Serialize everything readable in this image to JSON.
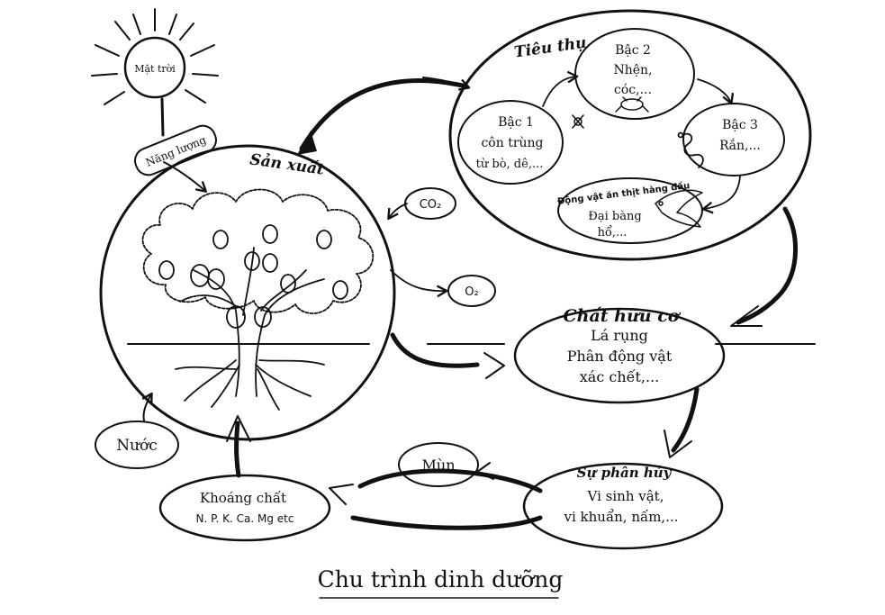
{
  "title": "Chu trình dinh dưỡng",
  "sun": {
    "label": "Mặt trời"
  },
  "energy": {
    "label": "Năng lượng"
  },
  "producer": {
    "label": "Sản xuất"
  },
  "gases": {
    "co2": "CO₂",
    "o2": "O₂"
  },
  "consumers": {
    "label": "Tiêu thụ",
    "level1": {
      "line1": "Bậc 1",
      "line2": "côn trùng",
      "line3": "từ bò, dê,..."
    },
    "level2": {
      "line1": "Bậc 2",
      "line2": "Nhện,",
      "line3": "cóc,..."
    },
    "level3": {
      "line1": "Bậc 3",
      "line2": "Rắn,..."
    },
    "top": {
      "caption": "Động vật ăn thịt hàng đầu",
      "line1": "Đại bàng",
      "line2": "hổ,..."
    }
  },
  "organic": {
    "label": "Chất hữu cơ",
    "line1": "Lá rụng",
    "line2": "Phân động vật",
    "line3": "xác chết,..."
  },
  "decomposition": {
    "label": "Sự phân hủy",
    "line1": "Vi sinh vật,",
    "line2": "vi khuẩn, nấm,..."
  },
  "humus": {
    "label": "Mùn"
  },
  "minerals": {
    "line1": "Khoáng chất",
    "line2": "N. P. K. Ca. Mg etc"
  },
  "water": {
    "label": "Nước"
  },
  "colors": {
    "ink": "#111111",
    "paper": "#ffffff"
  }
}
